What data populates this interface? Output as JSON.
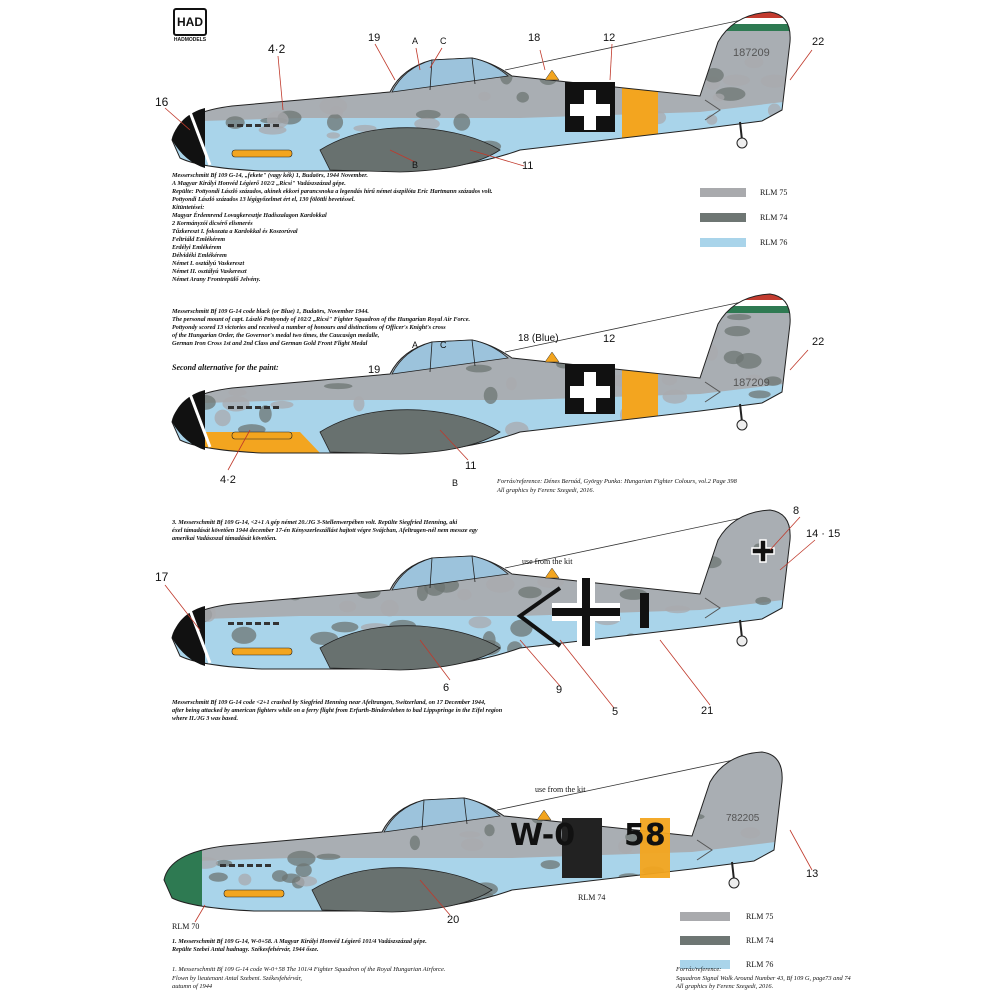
{
  "logo": {
    "mark": "HAD",
    "name": "HADMODELS"
  },
  "colors": {
    "rlm75": "#a9aaad",
    "rlm74": "#6e7673",
    "rlm76": "#a9d4ea",
    "yellow": "#f3a51f",
    "green": "#2e7a52",
    "red": "#c23b2f"
  },
  "legend_top": [
    {
      "label": "RLM 75",
      "color": "#a9aaad"
    },
    {
      "label": "RLM 74",
      "color": "#6e7673"
    },
    {
      "label": "RLM 76",
      "color": "#a9d4ea"
    }
  ],
  "legend_bottom": [
    {
      "label": "RLM 75",
      "color": "#a9aaad"
    },
    {
      "label": "RLM 74",
      "color": "#6e7673"
    },
    {
      "label": "RLM 76",
      "color": "#a9d4ea"
    }
  ],
  "aircraft1": {
    "callouts": [
      "16",
      "4·2",
      "19",
      "A",
      "C",
      "18",
      "12",
      "22",
      "B",
      "11"
    ],
    "serial": "187209",
    "text_hu": [
      "Messerschmitt Bf 109 G-14, „fekete\" (vagy kék) 1, Budaörs, 1944 November.",
      "A Magyar Királyi Honvéd Légierő 102/2 „Ricsi\" Vadászszázad gépe.",
      "Repülte: Pottyondi László százados, akinek ekkori parancsnoka a legendás hírű német ászpilóta Eric Hartmann százados volt.",
      "Pottyondi László százados 13 légigyőzelmet ért el, 130 fölöttli bevetéssel.",
      "Kitüntetései:",
      "Magyar Érdemrend Lovagkeresztje Hadiszalagon Kardokkal",
      "2 Kormányzói dicsérő elismerés",
      "Tűzkereszt I. fokozata a Kardokkal és Koszorúval",
      "Feltriáld Emlékérem",
      "Erdélyi Emlékérem",
      "Délvidéki Emlékérem",
      "Német I. osztályú Vaskereszt",
      "Német II. osztályú Vaskereszt",
      "Német Arany Frontrepülő Jelvény."
    ]
  },
  "aircraft2": {
    "callouts": [
      "A",
      "C",
      "18 (Blue)",
      "12",
      "22",
      "19",
      "4·2",
      "11",
      "B"
    ],
    "serial": "187209",
    "text_en": [
      "Messerschmitt Bf 109 G-14 code black (or Blue) 1, Budaörs, November 1944.",
      "The personal mount of capt. László Pottyondy of 102/2 „Ricsi\" Fighter Squadron of the Hungarian Royal Air Force.",
      "Pottyondy scored 13 victories and received a number of honours and distinctions of Officer's Knight's cross",
      "of the Hungarian Order, the Governor's medal two times, the Caucasign medalle,",
      "German Iron Cross 1st and 2nd Class and German Gold Front Flight Medal"
    ],
    "alt_paint": "Second alternative for the paint:",
    "reference": [
      "Forrás/reference: Dénes Bernád, György Punka: Hungarian Fighter Colours, vol.2 Page 398",
      "All graphics by Ferenc Szegedi, 2016."
    ]
  },
  "aircraft3": {
    "callouts": [
      "8",
      "14 · 15",
      "use from the kit",
      "17",
      "6",
      "9",
      "5",
      "21"
    ],
    "text_hu": [
      "3. Messerschmitt Bf 109 G-14, <2+1 A gép német 20./JG 3-Stellenwerpében volt. Repülte Siegfried Henning, aki",
      "éxel támadását követően 1944 december 17-én Kényszerleszállást hajtott végre Svájcban, Afeltragen-nél nem messze egy",
      "amerikai Vadászszal támadását követően."
    ],
    "text_en": [
      "Messerschmitt Bf 109 G-14 code <2+1 crashed by Siegfried Henning near Afeltrangen, Switzerland, on 17 December 1944,",
      "after being attacked by american fighters while on a ferry flight from Erfurth-Bindersleben to bad Lippspringe in the Eifel region",
      "where II./JG 3 was based."
    ]
  },
  "aircraft4": {
    "callouts": [
      "use from the kit",
      "13",
      "RLM 70",
      "20",
      "RLM 74"
    ],
    "code": "W-0",
    "code2": "58",
    "serial": "782205",
    "text_hu": [
      "1. Messerschmitt Bf 109 G-14, W-0+58. A Magyar Királyi Honvéd Légierő 101/4 Vadászszázad gépe.",
      "Repülte Szebei Antal hadnagy. Székesfehérvár, 1944 ősze."
    ],
    "text_en": [
      "1. Messerschmitt Bf 109 G-14 code W-0+58 The 101/4 Fighter Squadron of the Royal Hungarian Airforce.",
      "Flown by lieutenant Antal Szebeni. Székesfehérvár,",
      "autumn of 1944"
    ],
    "reference": [
      "Forrás/reference:",
      "Squadron Signal Walk Around Number 43, Bf 109 G, page73 and 74",
      "All graphics by Ferenc Szegedi, 2016."
    ]
  }
}
